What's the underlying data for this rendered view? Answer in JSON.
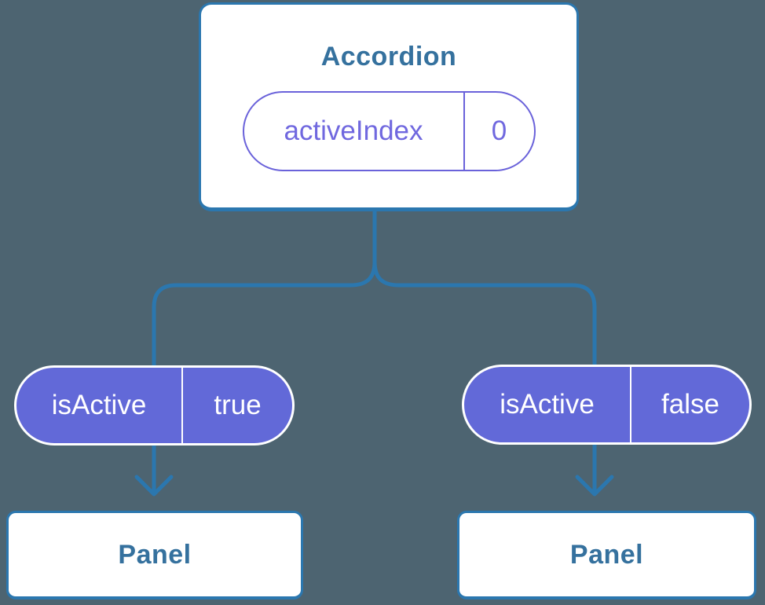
{
  "colors": {
    "background": "#4D6471",
    "connector_blue": "#2B77AF",
    "node_fill": "#FFFFFF",
    "heading_text": "#35719E",
    "pill_fill_purple": "#6269D8",
    "pill_outline_purple": "#6A62DA",
    "pill_outline_text": "#7068DF",
    "pill_fill_text": "#FFFFFF"
  },
  "diagram": {
    "root": {
      "title": "Accordion",
      "prop_name": "activeIndex",
      "prop_value": "0"
    },
    "children": [
      {
        "prop_name": "isActive",
        "prop_value": "true",
        "node_label": "Panel"
      },
      {
        "prop_name": "isActive",
        "prop_value": "false",
        "node_label": "Panel"
      }
    ]
  }
}
